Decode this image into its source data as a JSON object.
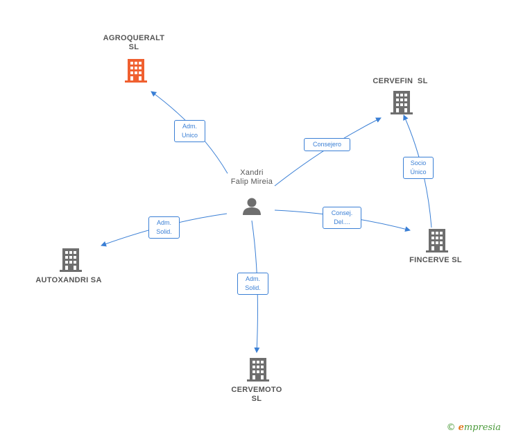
{
  "colors": {
    "edge": "#3a7fd5",
    "building_default": "#6e6e6e",
    "building_highlight": "#f06030",
    "person": "#6e6e6e"
  },
  "center": {
    "name_line1": "Xandri",
    "name_line2": "Falip Mireia",
    "icon": "person-icon"
  },
  "companies": {
    "agroqueralt": {
      "line1": "AGROQUERALT",
      "line2": "SL",
      "icon": "building-icon",
      "highlight": true
    },
    "cervefin": {
      "line1": "CERVEFIN  SL",
      "line2": "",
      "icon": "building-icon"
    },
    "fincerve": {
      "line1": "FINCERVE SL",
      "line2": "",
      "icon": "building-icon"
    },
    "autoxandri": {
      "line1": "AUTOXANDRI SA",
      "line2": "",
      "icon": "building-icon"
    },
    "cervemoto": {
      "line1": "CERVEMOTO",
      "line2": "SL",
      "icon": "building-icon"
    }
  },
  "edges": {
    "agroqueralt": {
      "line1": "Adm.",
      "line2": "Unico"
    },
    "cervefin": {
      "line1": "Consejero",
      "line2": ""
    },
    "fincerve": {
      "line1": "Consej.",
      "line2": "Del...."
    },
    "autoxandri": {
      "line1": "Adm.",
      "line2": "Solid."
    },
    "cervemoto": {
      "line1": "Adm.",
      "line2": "Solid."
    },
    "fincerve_cervefin": {
      "line1": "Socio",
      "line2": "Único"
    }
  },
  "brand": {
    "copyright": "©",
    "initial": "e",
    "rest": "mpresia"
  }
}
